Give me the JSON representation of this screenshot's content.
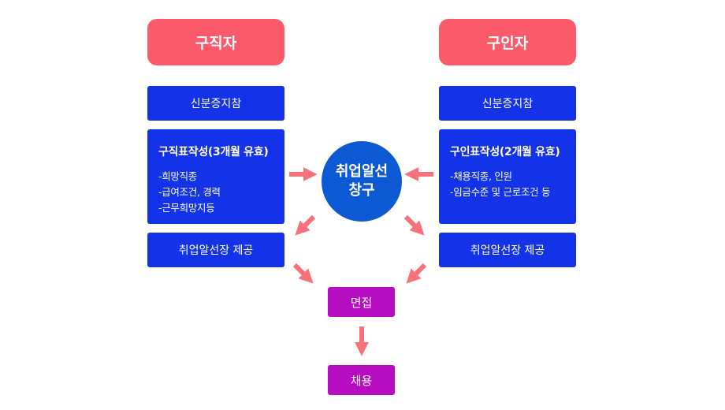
{
  "job_seeker": {
    "header": "구직자",
    "step_id": "신분증지참",
    "detail_title": "구직표작성(3개월 유효)",
    "detail_items": [
      "-희망직종",
      "-급여조건, 경력",
      "-근무희망지등"
    ],
    "referral": "취업알선장 제공"
  },
  "employer": {
    "header": "구인자",
    "step_id": "신분증지참",
    "detail_title": "구인표작성(2개월 유효)",
    "detail_items": [
      "-채용직종, 인원",
      "-임금수준 및 근로조건 등"
    ],
    "referral": "취업알선장 제공"
  },
  "center": {
    "line1": "취업알선",
    "line2": "창구"
  },
  "interview": "면접",
  "hiring": "채용",
  "colors": {
    "header": "#fb5a6a",
    "blue_box": "#1432e8",
    "circle": "#0d59d4",
    "purple_box": "#b80cc3",
    "arrow": "#f7707b"
  }
}
